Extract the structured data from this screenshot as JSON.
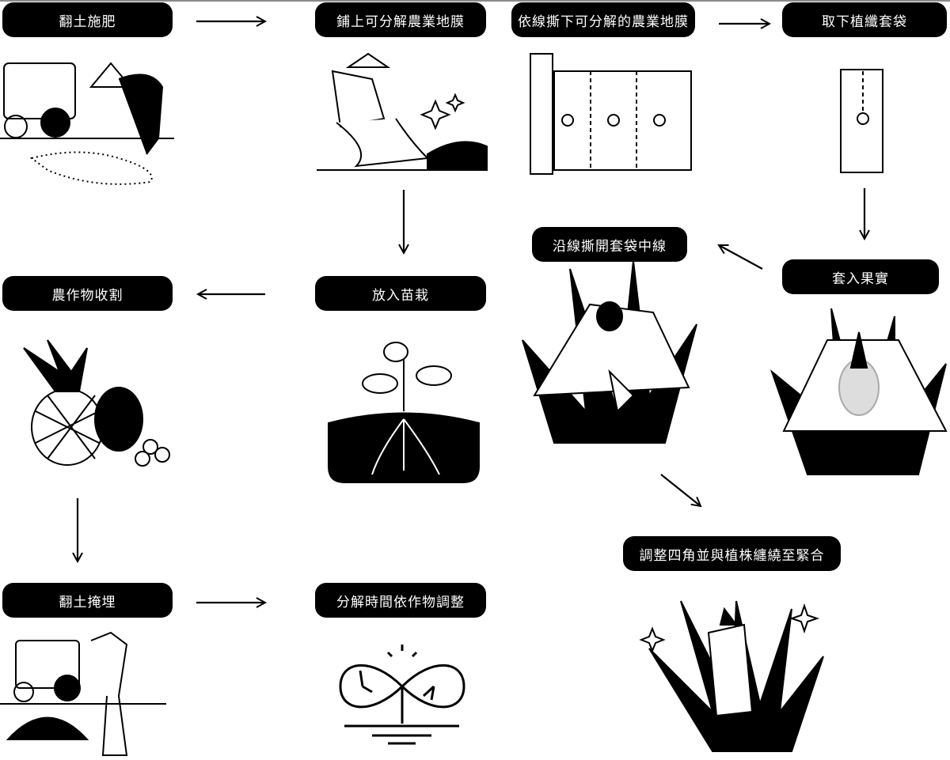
{
  "process_left": {
    "step1": "翻土施肥",
    "step2": "鋪上可分解農業地膜",
    "step3": "放入苗栽",
    "step4": "農作物收割",
    "step5": "翻土掩埋",
    "step6": "分解時間依作物調整"
  },
  "process_right": {
    "step1": "依線撕下可分解的農業地膜",
    "step2": "取下植纖套袋",
    "step3": "套入果實",
    "step4": "沿線撕開套袋中線",
    "step5": "調整四角並與植株纏繞至緊合"
  },
  "colors": {
    "label_bg": "#000000",
    "label_text": "#ffffff",
    "line": "#000000"
  }
}
